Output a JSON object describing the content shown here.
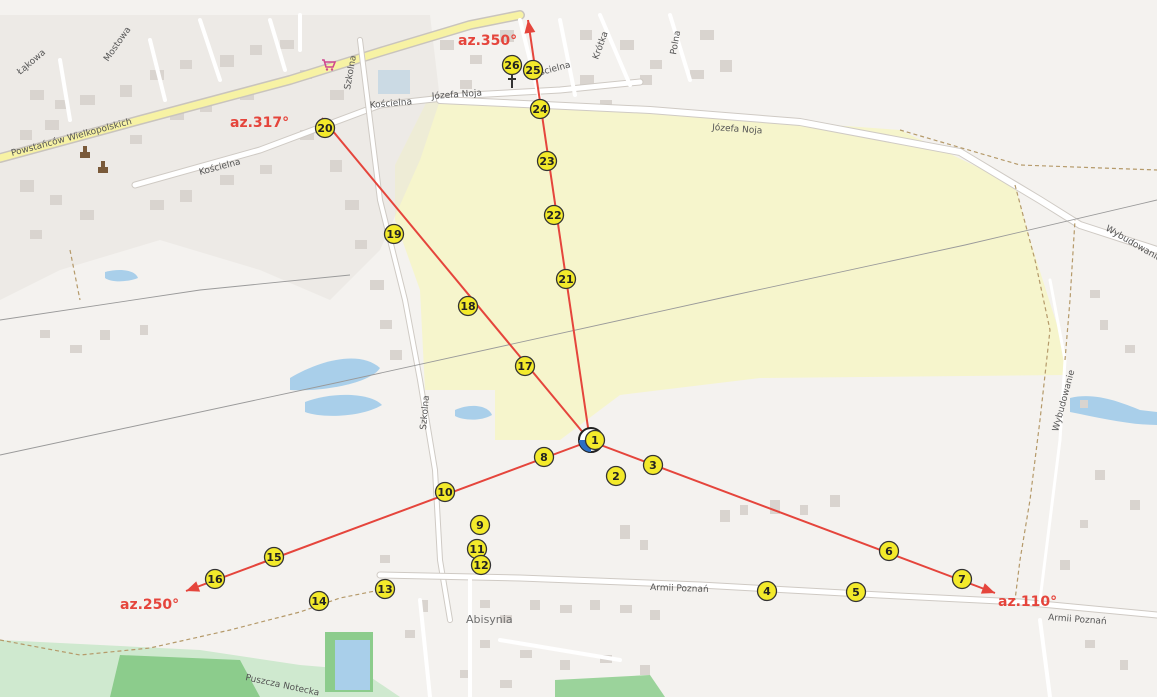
{
  "colors": {
    "background": "#f4f2ef",
    "yellow_area": "#f6f5cc",
    "water": "#a9cfea",
    "green": "#8ccc8c",
    "road": "#ffffff",
    "main_road": "#f7f2a4",
    "building": "#d9d4cf",
    "ray": "#e5453c",
    "marker_fill": "#f3ea2b",
    "marker_stroke": "#333333"
  },
  "icons": [
    "church-icon",
    "shop-icon",
    "monument-icon",
    "compass-center-icon"
  ],
  "streets": {
    "powstancow": "Powstańców Wielkopolskich",
    "lakowa": "Łąkowa",
    "mostowa": "Mostowa",
    "koscielna_1": "Kościelna",
    "koscielna_2": "Kościelna",
    "koscielna_3": "Kościelna",
    "jozefa_noja_1": "Józefa Noja",
    "jozefa_noja_2": "Józefa Noja",
    "krotka": "Krótka",
    "polna": "Polna",
    "szkolna_1": "Szkolna",
    "szkolna_2": "Szkolna",
    "wybudowanie_1": "Wybudowanie",
    "wybudowanie_2": "Wybudowanie",
    "armii_poznan_1": "Armii Poznań",
    "armii_poznan_2": "Armii Poznań",
    "puszcza_notecka": "Puszcza Notecka",
    "abisynia": "Abisynia"
  },
  "azimuths": {
    "north": "az.350°",
    "northwest": "az.317°",
    "southwest": "az.250°",
    "east": "az.110°"
  },
  "markers": [
    "1",
    "2",
    "3",
    "4",
    "5",
    "6",
    "7",
    "8",
    "9",
    "10",
    "11",
    "12",
    "13",
    "14",
    "15",
    "16",
    "17",
    "18",
    "19",
    "20",
    "21",
    "22",
    "23",
    "24",
    "25",
    "26"
  ]
}
